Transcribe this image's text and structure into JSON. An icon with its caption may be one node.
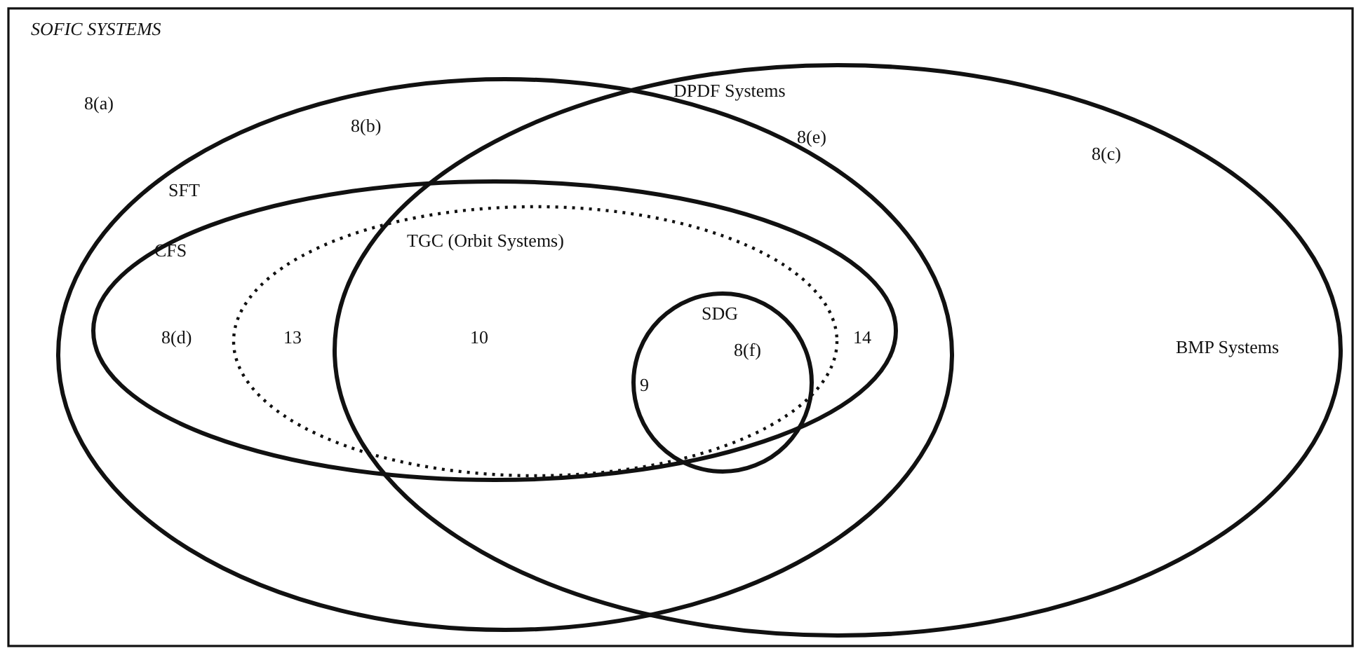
{
  "diagram": {
    "nodes": [
      {
        "text": [
          "SOFIC SYSTEMS"
        ]
      },
      {
        "text": [
          "SFT"
        ],
        "in": 0
      },
      {
        "text": [
          "BMP Systems"
        ],
        "in": 0
      },
      {
        "text": [
          "CFS"
        ],
        "in": 1
      },
      {
        "text": [
          "TGC (Orbit Systems)"
        ],
        "in": 3
      },
      {
        "text": [
          "SDG"
        ],
        "in": 4
      }
    ],
    "edges": [],
    "labels": [
      "8(a)",
      "DPDF Systems",
      "8(b)",
      "8(e)",
      "8(c)",
      "8(d)",
      "13",
      "10",
      "8(f)",
      "14",
      "9"
    ]
  }
}
